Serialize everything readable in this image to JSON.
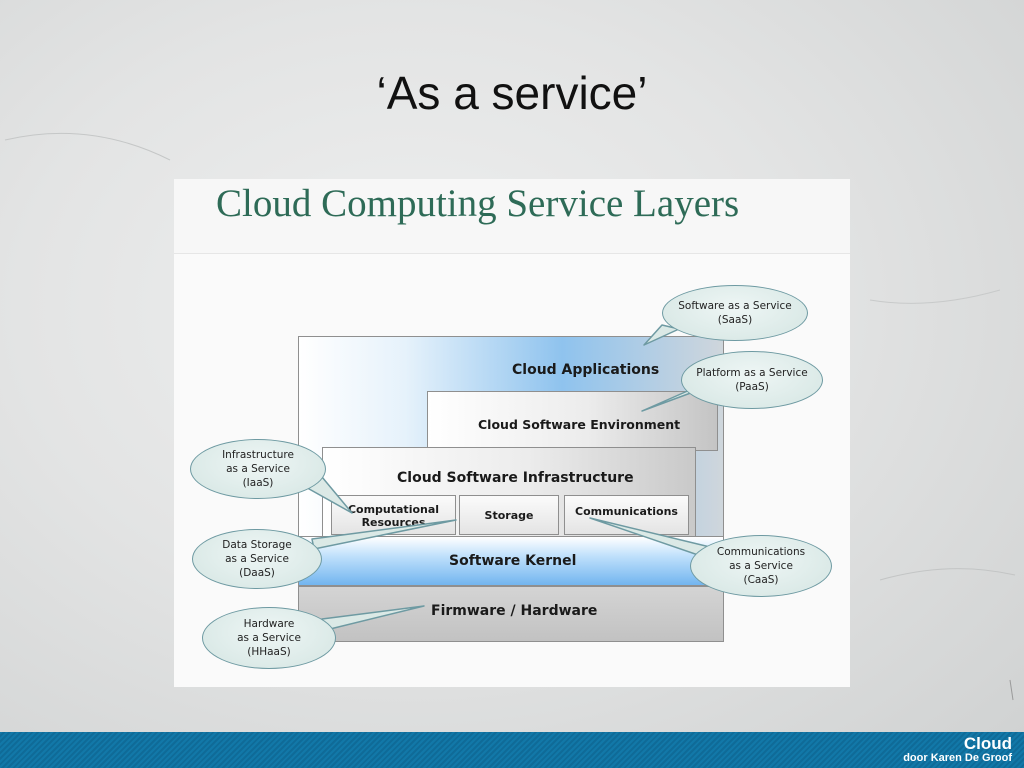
{
  "slide": {
    "title": "‘As a service’"
  },
  "diagram": {
    "title": "Cloud Computing Service Layers",
    "layers": {
      "cloud_applications": "Cloud Applications",
      "cloud_software_environment": "Cloud Software Environment",
      "cloud_software_infrastructure": "Cloud Software Infrastructure",
      "computational_resources": [
        "Computational",
        "Resources"
      ],
      "storage": "Storage",
      "communications": "Communications",
      "software_kernel": "Software Kernel",
      "firmware_hardware": "Firmware / Hardware"
    },
    "bubbles": {
      "saas": [
        "Software as a Service",
        "(SaaS)"
      ],
      "paas": [
        "Platform as a Service",
        "(PaaS)"
      ],
      "iaas": [
        "Infrastructure",
        "as a Service",
        "(IaaS)"
      ],
      "daas": [
        "Data Storage",
        "as a Service",
        "(DaaS)"
      ],
      "caas": [
        "Communications",
        "as a Service",
        "(CaaS)"
      ],
      "hhaas": [
        "Hardware",
        "as a Service",
        "(HHaaS)"
      ]
    }
  },
  "footer": {
    "title": "Cloud",
    "author": "door Karen De Groof"
  },
  "colors": {
    "heading_green": "#2e6b57",
    "layer_blue": "#72b5ef",
    "bubble_fill": "#d4e5e2",
    "footer_blue": "#1278a8"
  }
}
